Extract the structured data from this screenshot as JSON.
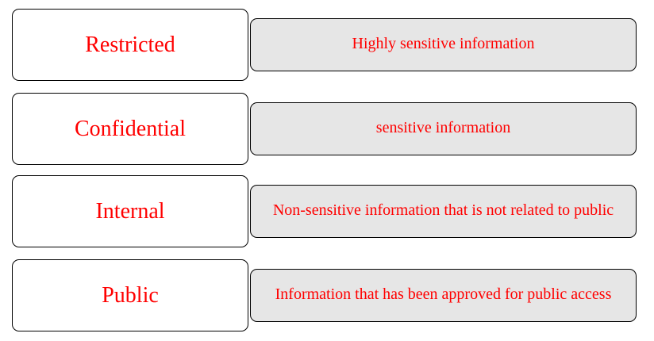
{
  "colors": {
    "text": "#ff0000",
    "label_bg": "#ffffff",
    "desc_bg": "#e6e6e6",
    "border": "#000000"
  },
  "rows": [
    {
      "label": "Restricted",
      "description": "Highly sensitive information"
    },
    {
      "label": "Confidential",
      "description": "sensitive information"
    },
    {
      "label": "Internal",
      "description": "Non-sensitive information that is not related to public"
    },
    {
      "label": "Public",
      "description": "Information that has been approved for public access"
    }
  ]
}
